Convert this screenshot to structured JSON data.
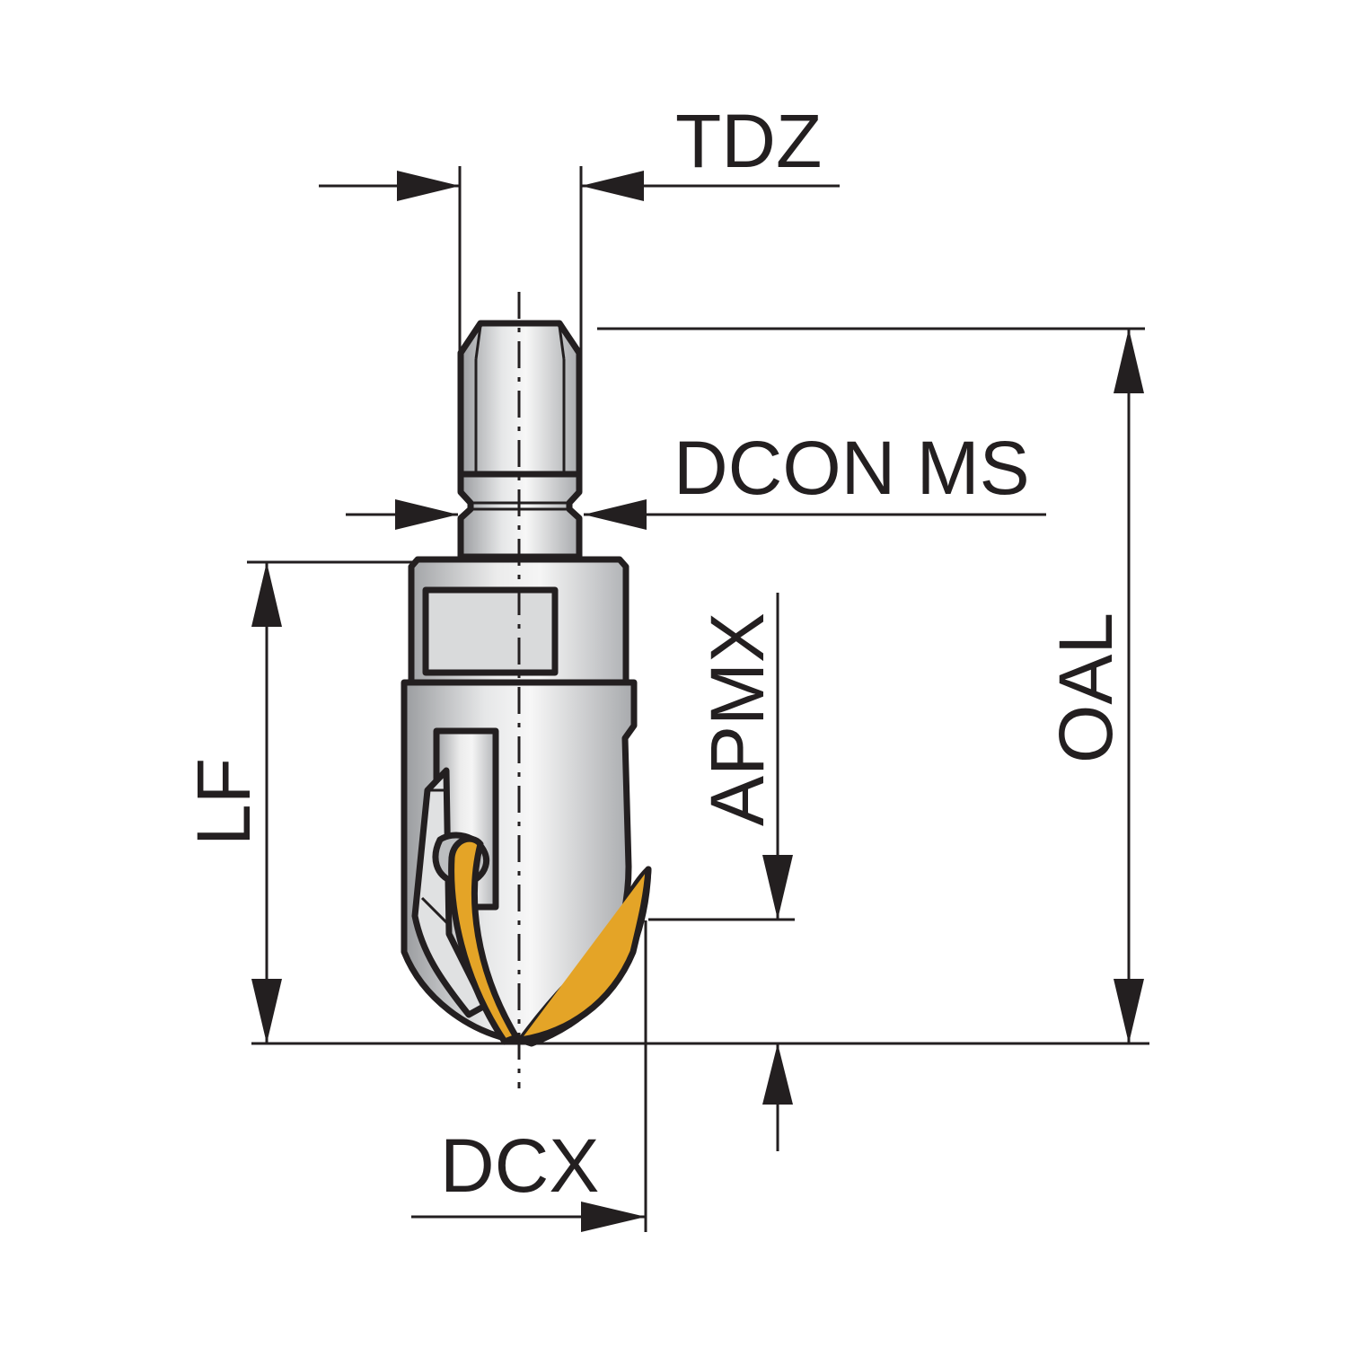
{
  "labels": {
    "tdz": "TDZ",
    "dcon_ms": "DCON MS",
    "oal": "OAL",
    "apmx": "APMX",
    "lf": "LF",
    "dcx": "DCX"
  },
  "colors": {
    "line": "#231f20",
    "insert": "#e4a427",
    "body_dark": "#a7a9ac",
    "body_light": "#f2f2f2",
    "background": "#ffffff"
  }
}
